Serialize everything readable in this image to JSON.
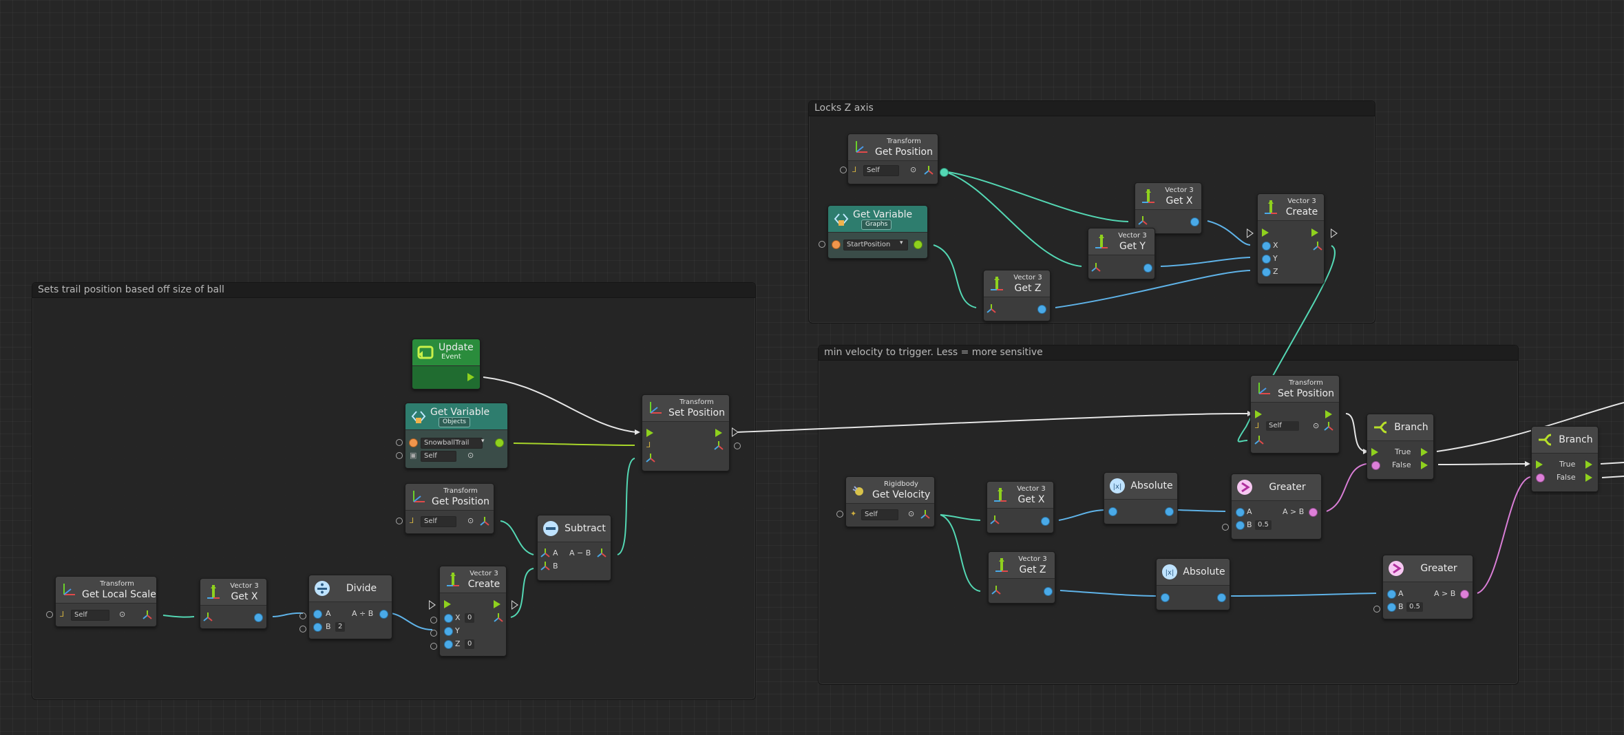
{
  "groups": {
    "lock_z": "Locks Z axis",
    "trail": "Sets trail position based off size of ball",
    "velocity": "min velocity to trigger. Less = more sensitive"
  },
  "colors": {
    "wire_vector": "#54d8b4",
    "wire_float": "#5fb3e8",
    "wire_flow": "#e6e6e6",
    "wire_object": "#a8d62a",
    "wire_bool": "#d97ed6"
  },
  "nodes": {
    "lz_getpos": {
      "sup": "Transform",
      "title": "Get Position",
      "self": "Self"
    },
    "lz_getvar": {
      "title": "Get Variable",
      "badge": "Graphs",
      "value": "StartPosition"
    },
    "lz_getx": {
      "sup": "Vector 3",
      "title": "Get X"
    },
    "lz_gety": {
      "sup": "Vector 3",
      "title": "Get Y"
    },
    "lz_getz": {
      "sup": "Vector 3",
      "title": "Get Z"
    },
    "lz_create": {
      "sup": "Vector 3",
      "title": "Create",
      "x": "X",
      "y": "Y",
      "z": "Z"
    },
    "tr_update": {
      "title": "Update",
      "sub": "Event"
    },
    "tr_getvar": {
      "title": "Get Variable",
      "badge": "Objects",
      "value": "SnowballTrail",
      "self": "Self"
    },
    "tr_getpos": {
      "sup": "Transform",
      "title": "Get Position",
      "self": "Self"
    },
    "tr_setpos": {
      "sup": "Transform",
      "title": "Set Position"
    },
    "tr_subtract": {
      "title": "Subtract",
      "a": "A",
      "b": "B",
      "op": "A − B"
    },
    "tr_localscale": {
      "sup": "Transform",
      "title": "Get Local Scale",
      "self": "Self"
    },
    "tr_getx": {
      "sup": "Vector 3",
      "title": "Get X"
    },
    "tr_divide": {
      "title": "Divide",
      "a": "A",
      "b": "B",
      "b_val": "2",
      "op": "A ÷ B"
    },
    "tr_create": {
      "sup": "Vector 3",
      "title": "Create",
      "x": "X",
      "x_val": "0",
      "y": "Y",
      "z": "Z",
      "z_val": "0"
    },
    "mv_setpos": {
      "sup": "Transform",
      "title": "Set Position",
      "self": "Self"
    },
    "mv_velocity": {
      "sup": "Rigidbody",
      "title": "Get Velocity",
      "self": "Self"
    },
    "mv_getx": {
      "sup": "Vector 3",
      "title": "Get X"
    },
    "mv_getz": {
      "sup": "Vector 3",
      "title": "Get Z"
    },
    "mv_abs1": {
      "title": "Absolute"
    },
    "mv_abs2": {
      "title": "Absolute"
    },
    "mv_greater1": {
      "title": "Greater",
      "a": "A",
      "b": "B",
      "b_val": "0.5",
      "op": "A > B"
    },
    "mv_greater2": {
      "title": "Greater",
      "a": "A",
      "b": "B",
      "b_val": "0.5",
      "op": "A > B"
    },
    "mv_branch1": {
      "title": "Branch",
      "true": "True",
      "false": "False"
    },
    "mv_branch2": {
      "title": "Branch",
      "true": "True",
      "false": "False"
    }
  }
}
